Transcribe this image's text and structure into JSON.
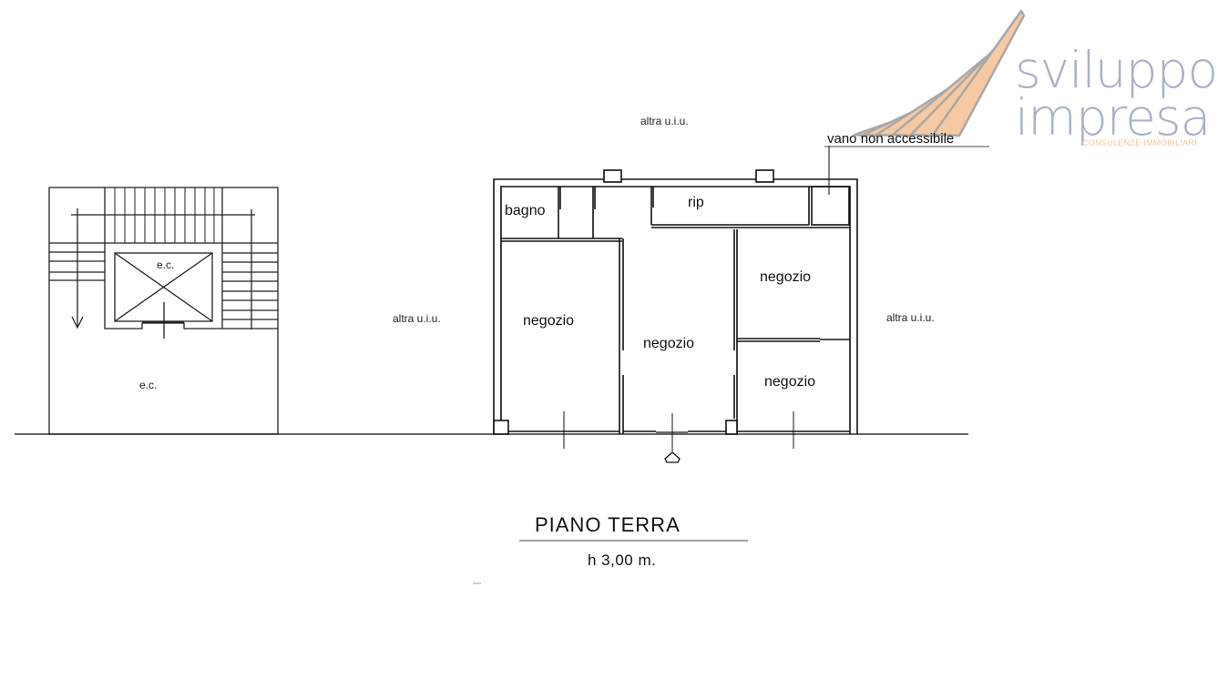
{
  "logo": {
    "line1": "sviluppo",
    "line2": "impresa",
    "tagline": "CONSULENZE IMMOBILIARI",
    "colors": {
      "text": "#aab0c8",
      "stripes": "#f6c9a2",
      "stripe_outline": "#a8a8a8"
    }
  },
  "plan": {
    "title": "PIANO TERRA",
    "height_note": "h 3,00 m.",
    "neighbors": {
      "top": "altra u.i.u.",
      "left": "altra u.i.u.",
      "right": "altra u.i.u."
    },
    "callout": "vano non accessibile",
    "rooms": {
      "bagno": "bagno",
      "rip": "rip",
      "negozio_left": "negozio",
      "negozio_center": "negozio",
      "negozio_top_right": "negozio",
      "negozio_bottom_right": "negozio"
    },
    "stair_block": {
      "lift_label": "e.c.",
      "common_area_label": "e.c."
    }
  }
}
